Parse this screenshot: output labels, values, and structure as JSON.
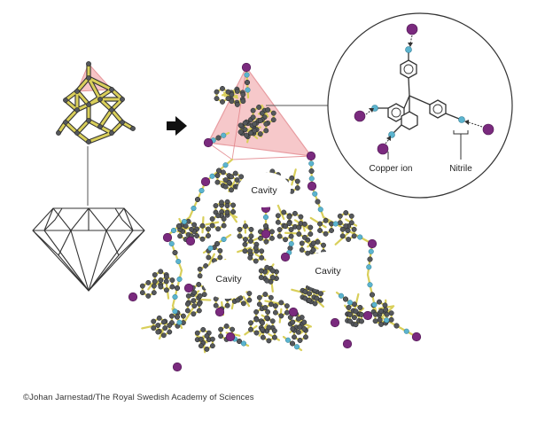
{
  "labels": {
    "cavity_top": "Cavity",
    "cavity_left": "Cavity",
    "cavity_right": "Cavity",
    "copper_ion": "Copper ion",
    "nitrile": "Nitrile"
  },
  "credit": "©Johan Jarnestad/The Royal Swedish Academy of Sciences",
  "colors": {
    "copper_ion": "#7a2a7e",
    "nitrile": "#5bb4cf",
    "carbon": "#55585c",
    "bond": "#d9cf5a",
    "tetrahedron_fill": "#f4b6b9",
    "tetrahedron_edge": "#e07c82",
    "outline": "#333333"
  },
  "icons": [
    "diamond-crystal-icon",
    "diamond-gem-icon",
    "arrow-right-icon",
    "zoom-circle-icon"
  ]
}
